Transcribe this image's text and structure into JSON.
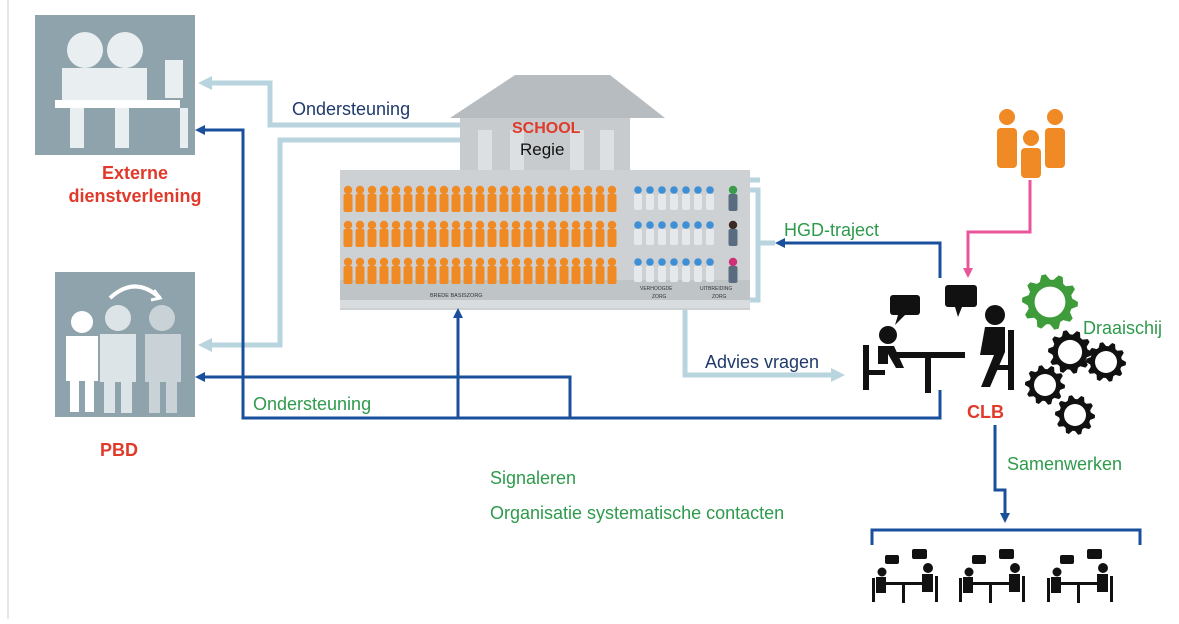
{
  "colors": {
    "red": "#e03a2b",
    "navy_arrow": "#1a4f9c",
    "light_arrow": "#b8d4df",
    "green_text": "#2e9a4c",
    "pink_arrow": "#e8559a",
    "orange_people": "#f08a24",
    "grey_icon_bg": "#8ea3ab",
    "gear_green": "#3e9d3a"
  },
  "icons": [
    "meeting-icon",
    "family-icon",
    "school-building-icon",
    "gear-icon",
    "group-meeting-icon"
  ],
  "labels": {
    "externe": "Externe dienstverlening",
    "externe_line1": "Externe",
    "externe_line2": "dienstverlening",
    "pbd": "PBD",
    "school": "SCHOOL",
    "regie": "Regie",
    "ondersteuning_top": "Ondersteuning",
    "ondersteuning_bottom": "Ondersteuning",
    "hgd": "HGD-traject",
    "advies": "Advies vragen",
    "clb": "CLB",
    "draaischijf": "Draaischij",
    "samenwerken": "Samenwerken",
    "signaleren": "Signaleren",
    "organisatie": "Organisatie systematische contacten",
    "brede": "BREDE BASISZORG",
    "verhoogde_1": "VERHOOGDE",
    "verhoogde_2": "ZORG",
    "uitbreiding_1": "UITBREIDING",
    "uitbreiding_2": "ZORG"
  }
}
